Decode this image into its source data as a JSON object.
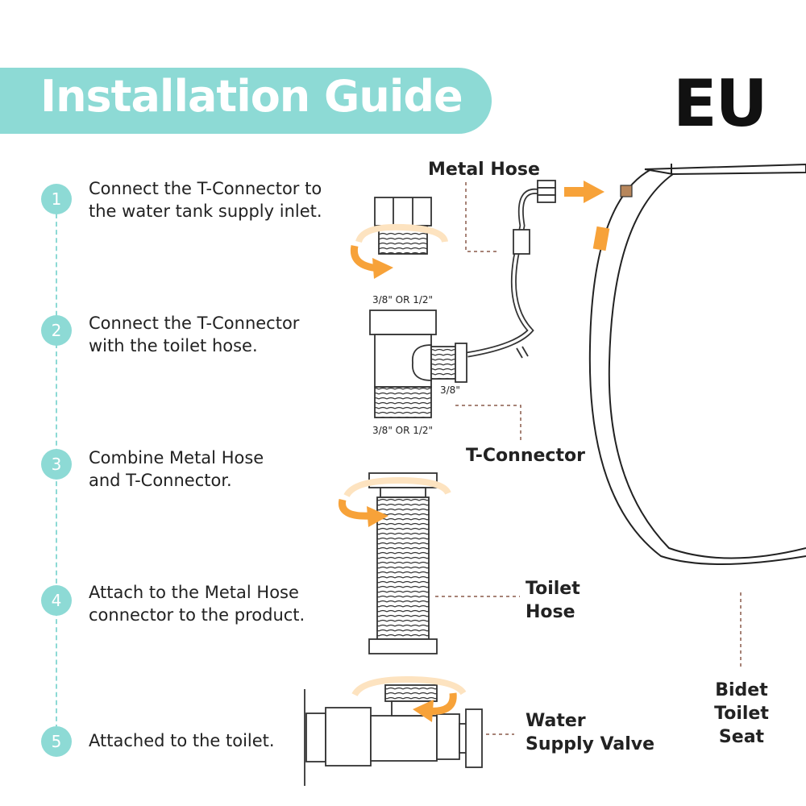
{
  "header": {
    "title": "Installation Guide",
    "region": "EU"
  },
  "steps": [
    {
      "number": "1",
      "text": "Connect the T-Connector to\nthe water tank supply inlet."
    },
    {
      "number": "2",
      "text": "Connect the T-Connector\nwith the toilet hose."
    },
    {
      "number": "3",
      "text": "Combine Metal Hose\nand T-Connector."
    },
    {
      "number": "4",
      "text": "Attach to the Metal Hose\nconnector to the product."
    },
    {
      "number": "5",
      "text": "Attached to the toilet."
    }
  ],
  "labels": {
    "metal_hose": "Metal Hose",
    "t_connector": "T-Connector",
    "toilet_hose": "Toilet\nHose",
    "water_supply_valve": "Water\nSupply Valve",
    "bidet_toilet_seat": "Bidet\nToilet Seat"
  },
  "sizes": {
    "top": "3/8\" OR 1/2\"",
    "side": "3/8\"",
    "bottom": "3/8\" OR 1/2\""
  },
  "colors": {
    "accent": "#8ddad5",
    "arrow": "#f7a239",
    "arrow_light": "#fde3c0",
    "line": "#333333"
  },
  "icons": [
    "rotate-arrow-icon",
    "right-arrow-icon"
  ]
}
